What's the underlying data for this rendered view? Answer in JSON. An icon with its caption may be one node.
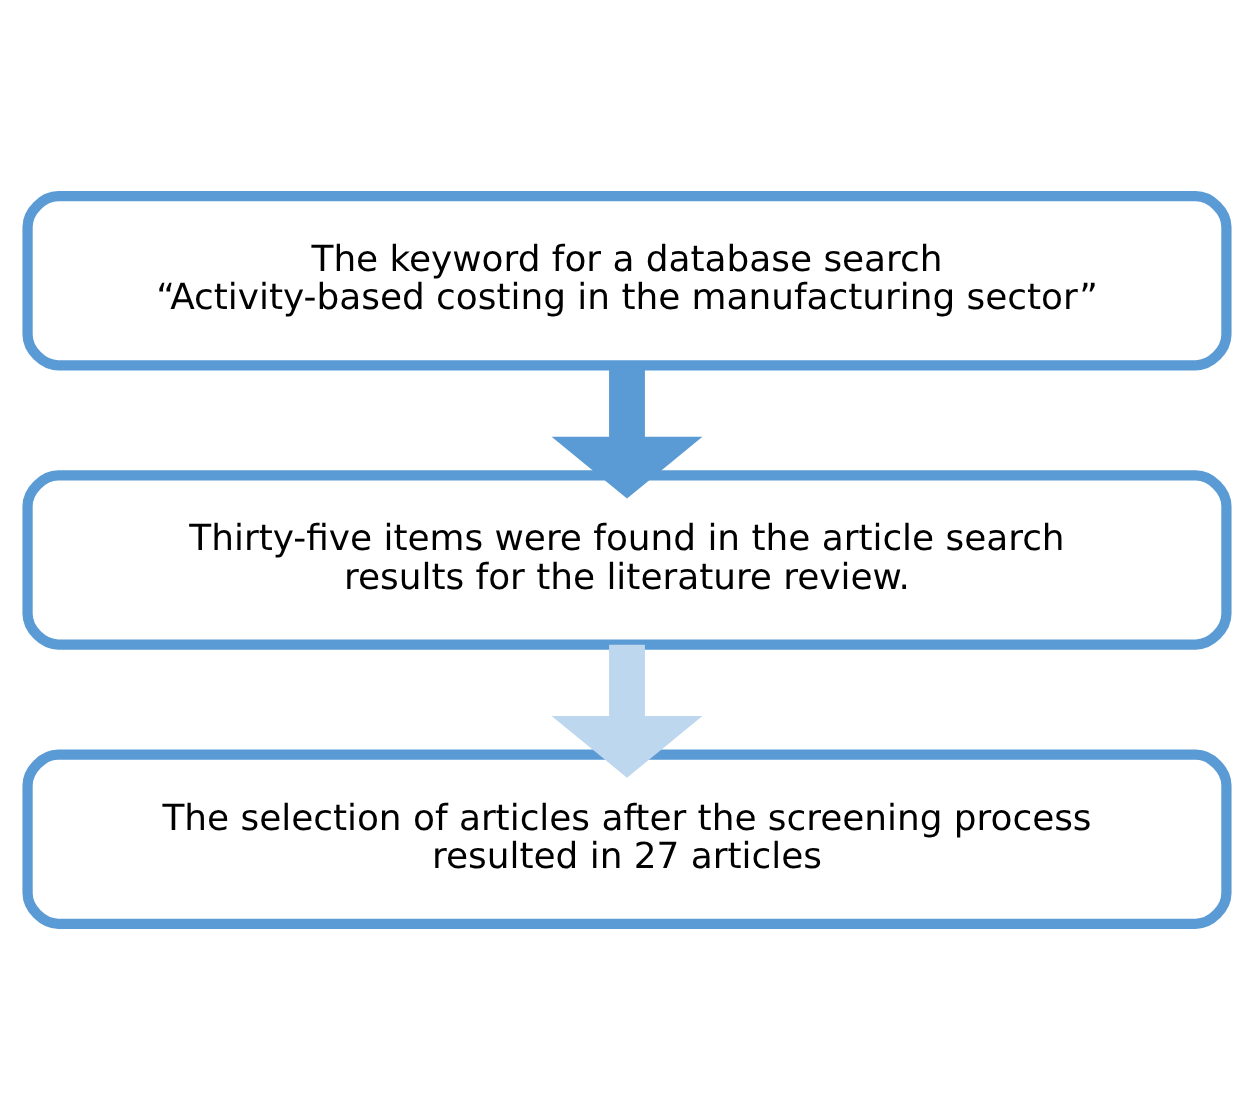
{
  "diagram": {
    "nodes": [
      {
        "text": [
          "The keyword for a database search",
          "“Activity-based costing in the manufacturing sector”"
        ]
      },
      {
        "text": [
          "Thirty-five items were found in the article search results for the literature review."
        ]
      },
      {
        "text": [
          "The selection of articles after the screening process resulted in 27 articles"
        ]
      }
    ],
    "edges": [
      {
        "from": 0,
        "to": 1,
        "arrow": "to"
      },
      {
        "from": 1,
        "to": 2,
        "arrow": "to",
        "color": "#bdd7ee"
      }
    ]
  }
}
